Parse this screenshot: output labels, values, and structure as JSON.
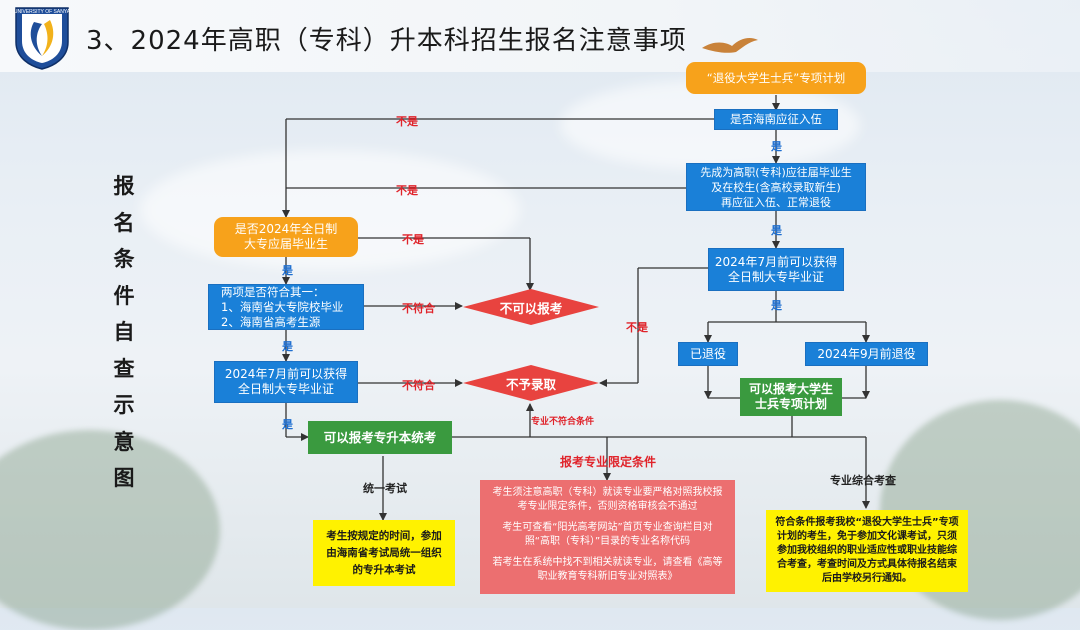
{
  "header": {
    "title": "3、2024年高职（专科）升本科招生报名注意事项",
    "logo_text": "UNIVERSITY OF SANYA"
  },
  "side_title": [
    "报",
    "名",
    "条",
    "件",
    "自",
    "查",
    "示",
    "意",
    "图"
  ],
  "nodes": {
    "veteran_plan": "“退役大学生士兵”专项计划",
    "hainan_enlist": "是否海南应征入伍",
    "grad_then_enlist": "先成为高职(专科)应往届毕业生\n及在校生(含高校录取新生)\n再应征入伍、正常退役",
    "fulltime_grad": "是否2024年全日制\n大专应届毕业生",
    "two_conditions": "两项是否符合其一：\n1、海南省大专院校毕业\n2、海南省高考生源",
    "july_cert_left": "2024年7月前可以获得\n全日制大专毕业证",
    "july_cert_right": "2024年7月前可以获得\n全日制大专毕业证",
    "retired": "已退役",
    "retire_sept": "2024年9月前退役",
    "can_veteran": "可以报考大学生\n士兵专项计划",
    "can_unified": "可以报考专升本统考",
    "cannot_apply": "不可以报考",
    "not_admitted": "不予录取",
    "yellow_left": "考生按规定的时间，参加\n由海南省考试局统一组织\n的专升本考试",
    "yellow_right": "符合条件报考我校“退役大学生士兵”专项计划的考生，免于参加文化课考试，只须参加我校组织的职业适应性或职业技能综合考查，考查时间及方式具体待报名结束后由学校另行通知。",
    "pink_paras": [
      "考生须注意高职（专科）就读专业要严格对照我校报考专业限定条件，否则资格审核会不通过",
      "考生可查看“阳光高考网站”首页专业查询栏目对照“高职（专科）”目录的专业名称代码",
      "若考生在系统中找不到相关就读专业，请查看《高等职业教育专科新旧专业对照表》"
    ]
  },
  "labels": {
    "no": "不是",
    "no_match": "不符合",
    "yes": "是",
    "mismatch": "专业不符合条件",
    "major_limit": "报考专业限定条件",
    "unified_exam": "统一考试",
    "comprehensive": "专业综合考查"
  },
  "colors": {
    "blue": "#1a80d8",
    "orange": "#f7a21b",
    "green": "#3a9a3f",
    "red": "#e8433f",
    "yellow": "#fff200",
    "pink": "#ec6f70"
  }
}
